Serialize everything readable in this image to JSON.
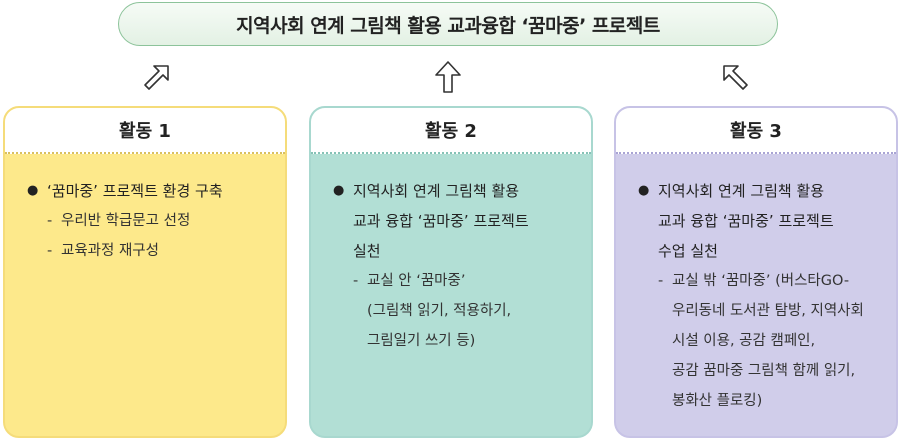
{
  "title": "지역사회 연계 그림책 활용 교과융합 ‘꿈마중’ 프로젝트",
  "bullet": "●",
  "dash": "-",
  "cards": [
    {
      "header": "활동 1",
      "main_lines": [
        "‘꿈마중’ 프로젝트 환경 구축"
      ],
      "subs": [
        {
          "lines": [
            "우리반 학급문고 선정"
          ]
        },
        {
          "lines": [
            "교육과정 재구성"
          ]
        }
      ]
    },
    {
      "header": "활동 2",
      "main_lines": [
        "지역사회 연계 그림책 활용",
        "교과 융합 ‘꿈마중’ 프로젝트",
        "실천"
      ],
      "subs": [
        {
          "lines": [
            "교실 안 ‘꿈마중’",
            "(그림책 읽기, 적용하기,",
            "그림일기 쓰기 등)"
          ]
        }
      ]
    },
    {
      "header": "활동 3",
      "main_lines": [
        "지역사회 연계 그림책 활용",
        "교과 융합 ‘꿈마중’ 프로젝트",
        "수업 실천"
      ],
      "subs": [
        {
          "lines": [
            "교실 밖 ‘꿈마중’ (버스타GO-",
            "우리동네 도서관 탐방, 지역사회",
            "시설 이용, 공감 캠페인,",
            "공감 꿈마중 그림책 함께 읽기,",
            "봉화산 플로킹)"
          ]
        }
      ]
    }
  ]
}
